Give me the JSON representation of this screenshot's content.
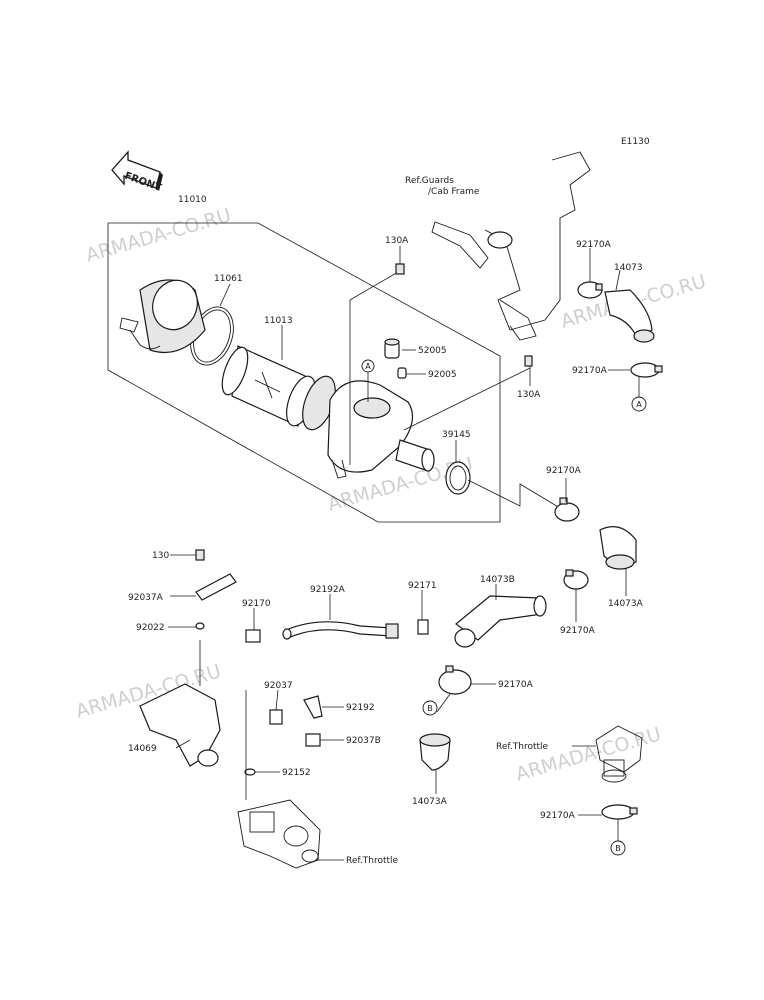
{
  "diagram": {
    "code": "E1130",
    "front_label": "FRONT",
    "watermark": "ARMADA-CO.RU",
    "refs": {
      "guards_line1": "Ref.Guards",
      "guards_line2": "/Cab Frame",
      "throttle": "Ref.Throttle"
    },
    "markers": {
      "a": "A",
      "b": "B"
    },
    "parts": {
      "p11010": "11010",
      "p11061": "11061",
      "p11013": "11013",
      "p130a_1": "130A",
      "p130a_2": "130A",
      "p52005": "52005",
      "p92005": "92005",
      "p39145": "39145",
      "p92170a_1": "92170A",
      "p14073": "14073",
      "p92170a_2": "92170A",
      "p92170a_3": "92170A",
      "p14073a_1": "14073A",
      "p92170a_4": "92170A",
      "p130": "130",
      "p92037a": "92037A",
      "p92022": "92022",
      "p92170": "92170",
      "p92192a": "92192A",
      "p92171": "92171",
      "p14073b": "14073B",
      "p92170a_5": "92170A",
      "p92037": "92037",
      "p92192": "92192",
      "p92037b": "92037B",
      "p14069": "14069",
      "p92152": "92152",
      "p14073a_2": "14073A",
      "p92170a_6": "92170A"
    }
  }
}
